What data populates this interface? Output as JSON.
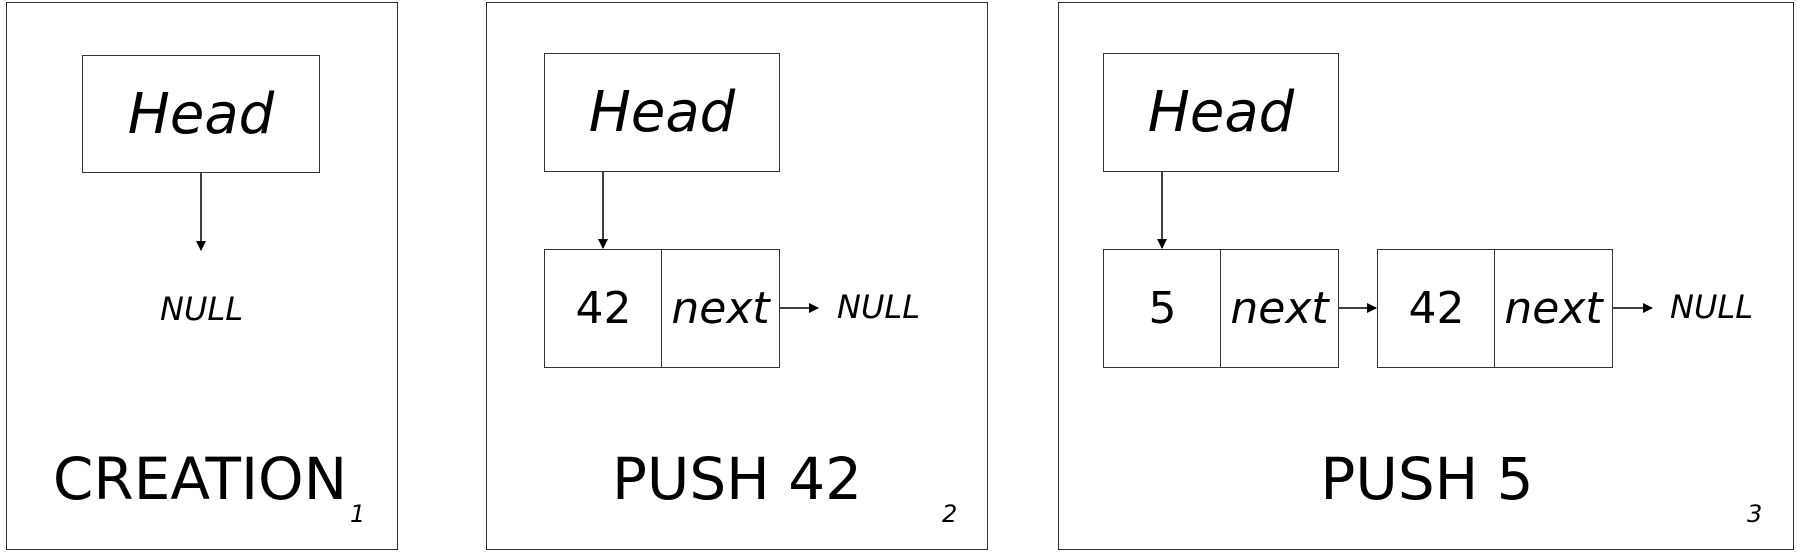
{
  "panels": [
    {
      "title": "CREATION",
      "number": "1",
      "head": "Head",
      "null": "NULL"
    },
    {
      "title": "PUSH 42",
      "number": "2",
      "head": "Head",
      "nodes": [
        {
          "value": "42",
          "next": "next"
        }
      ],
      "null": "NULL"
    },
    {
      "title": "PUSH 5",
      "number": "3",
      "head": "Head",
      "nodes": [
        {
          "value": "5",
          "next": "next"
        },
        {
          "value": "42",
          "next": "next"
        }
      ],
      "null": "NULL"
    }
  ]
}
